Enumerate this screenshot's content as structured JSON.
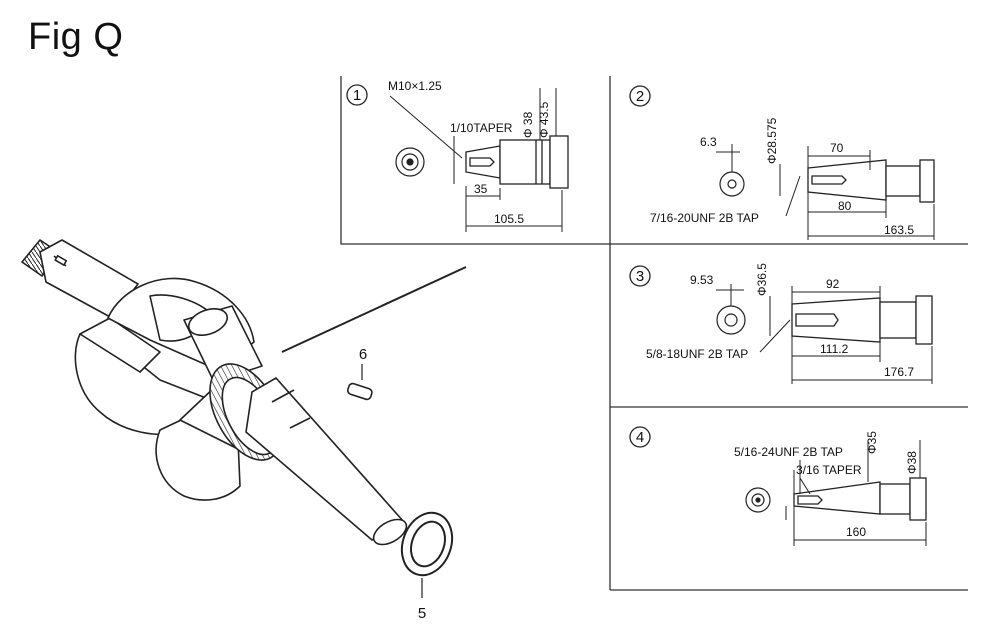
{
  "figure": {
    "title": "Fig Q"
  },
  "callouts": {
    "shim": "5",
    "key": "6"
  },
  "panels": [
    {
      "number": "1",
      "labels": [
        "M10×1.25",
        "1/10TAPER",
        "Φ 38",
        "Φ 43.5",
        "35",
        "105.5"
      ]
    },
    {
      "number": "2",
      "labels": [
        "6.3",
        "Φ28.575",
        "70",
        "7/16-20UNF 2B TAP",
        "80",
        "163.5"
      ]
    },
    {
      "number": "3",
      "labels": [
        "9.53",
        "Φ36.5",
        "92",
        "5/8-18UNF 2B TAP",
        "111.2",
        "176.7"
      ]
    },
    {
      "number": "4",
      "labels": [
        "5/16-24UNF 2B TAP",
        "Φ35",
        "3/16 TAPER",
        "Φ38",
        "160"
      ]
    }
  ]
}
